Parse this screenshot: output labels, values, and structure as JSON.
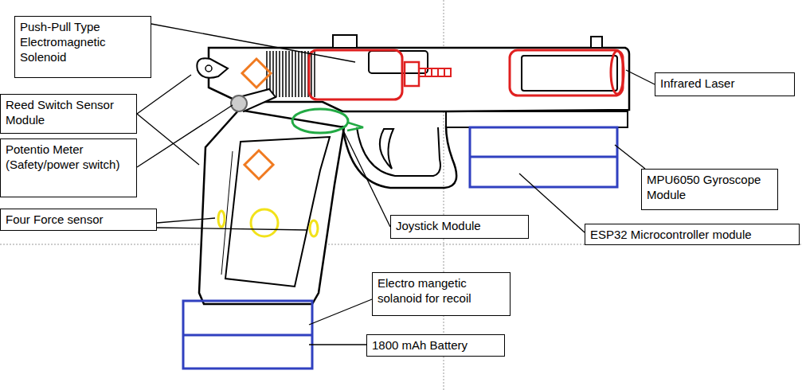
{
  "diagram": {
    "nodes": [
      {
        "text": [
          "Push-Pull Type Electromagnetic Solenoid"
        ]
      },
      {
        "text": [
          "Reed Switch Sensor Module"
        ]
      },
      {
        "text": [
          "Potentio Meter (Safety/power switch)"
        ]
      },
      {
        "text": [
          "Four Force sensor"
        ]
      },
      {
        "text": [
          "Infrared Laser"
        ]
      },
      {
        "text": [
          "MPU6050 Gyroscope Module"
        ]
      },
      {
        "text": [
          "Joystick Module"
        ]
      },
      {
        "text": [
          "ESP32 Microcontroller module"
        ]
      },
      {
        "text": [
          "Electro mangetic solanoid for recoil"
        ]
      },
      {
        "text": [
          "1800 mAh Battery"
        ]
      }
    ]
  }
}
